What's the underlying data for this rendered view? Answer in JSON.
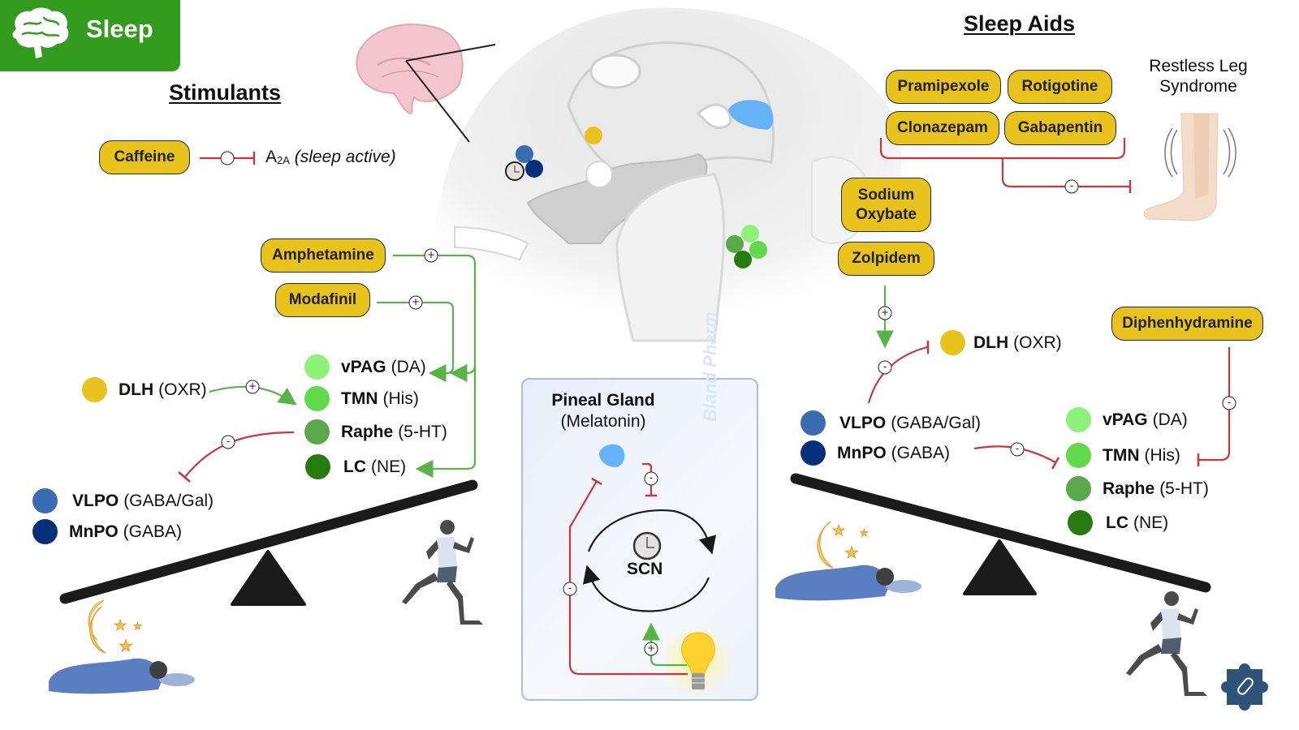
{
  "header": {
    "title": "Sleep",
    "icon": "brain-icon",
    "banner_color": "#339c1f"
  },
  "stimulants": {
    "title": "Stimulants",
    "drugs": {
      "caffeine": "Caffeine",
      "amphetamine": "Amphetamine",
      "modafinil": "Modafinil"
    },
    "caffeine_target": {
      "receptor": "A",
      "receptor_subscript": "2A",
      "note": "(sleep active)"
    },
    "wake_nuclei": [
      {
        "name": "vPAG",
        "transmitter": "(DA)",
        "color": "#8ef27a"
      },
      {
        "name": "TMN",
        "transmitter": "(His)",
        "color": "#62d84b"
      },
      {
        "name": "Raphe",
        "transmitter": "(5-HT)",
        "color": "#5aa84a"
      },
      {
        "name": "LC",
        "transmitter": "(NE)",
        "color": "#267a10"
      }
    ],
    "dlh": {
      "name": "DLH",
      "transmitter": "(OXR)",
      "color": "#e8c21d"
    },
    "sleep_nuclei": [
      {
        "name": "VLPO",
        "transmitter": "(GABA/Gal)",
        "color": "#3b6bb0"
      },
      {
        "name": "MnPO",
        "transmitter": "(GABA)",
        "color": "#072f7a"
      }
    ]
  },
  "sleep_aids": {
    "title": "Sleep Aids",
    "rls_drugs": [
      "Pramipexole",
      "Rotigotine",
      "Clonazepam",
      "Gabapentin"
    ],
    "rls_label": [
      "Restless Leg",
      "Syndrome"
    ],
    "sodium_oxybate": [
      "Sodium",
      "Oxybate"
    ],
    "zolpidem": "Zolpidem",
    "diphenhydramine": "Diphenhydramine",
    "dlh": {
      "name": "DLH",
      "transmitter": "(OXR)",
      "color": "#e8c21d"
    },
    "sleep_nuclei": [
      {
        "name": "VLPO",
        "transmitter": "(GABA/Gal)",
        "color": "#3b6bb0"
      },
      {
        "name": "MnPO",
        "transmitter": "(GABA)",
        "color": "#072f7a"
      }
    ],
    "wake_nuclei": [
      {
        "name": "vPAG",
        "transmitter": "(DA)",
        "color": "#8ef27a"
      },
      {
        "name": "TMN",
        "transmitter": "(His)",
        "color": "#62d84b"
      },
      {
        "name": "Raphe",
        "transmitter": "(5-HT)",
        "color": "#5aa84a"
      },
      {
        "name": "LC",
        "transmitter": "(NE)",
        "color": "#267a10"
      }
    ]
  },
  "pineal": {
    "title": "Pineal Gland",
    "subtitle": "(Melatonin)",
    "scn_label": "SCN",
    "watermark": "Bland Pharm"
  },
  "signs": {
    "plus": "+",
    "minus": "-"
  },
  "colors": {
    "activation": "#5ab34a",
    "inhibition": "#c9373a",
    "drug_pill": "#e8c21d",
    "pineal_blue": "#66b2f8"
  }
}
